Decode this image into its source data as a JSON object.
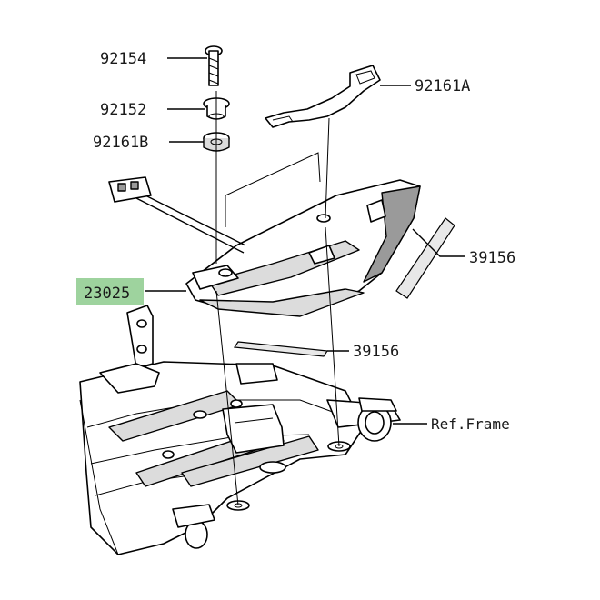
{
  "labels": {
    "bolt": "92154",
    "collar": "92152",
    "grommet": "92161B",
    "bracket_top": "92161A",
    "tail_light": "23025",
    "pad_right": "39156",
    "pad_lower": "39156",
    "ref_frame": "Ref.Frame"
  },
  "highlight_color": "#9ed39e"
}
